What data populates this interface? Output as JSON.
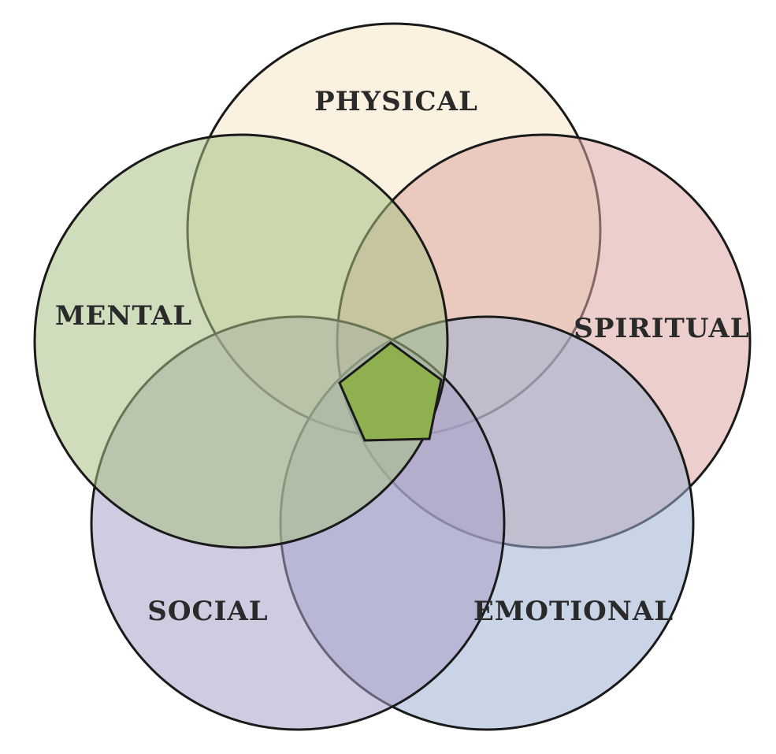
{
  "diagram": {
    "circles": [
      {
        "key": "physical",
        "label": "PHYSICAL",
        "color": "#f6e6c6"
      },
      {
        "key": "spiritual",
        "label": "SPIRITUAL",
        "color": "#dca7a3"
      },
      {
        "key": "emotional",
        "label": "EMOTIONAL",
        "color": "#9fb1d4"
      },
      {
        "key": "social",
        "label": "SOCIAL",
        "color": "#a9a1c9"
      },
      {
        "key": "mental",
        "label": "MENTAL",
        "color": "#a7c185"
      }
    ],
    "center_color": "#8fb04f",
    "outline_color": "#1a1a1a"
  }
}
